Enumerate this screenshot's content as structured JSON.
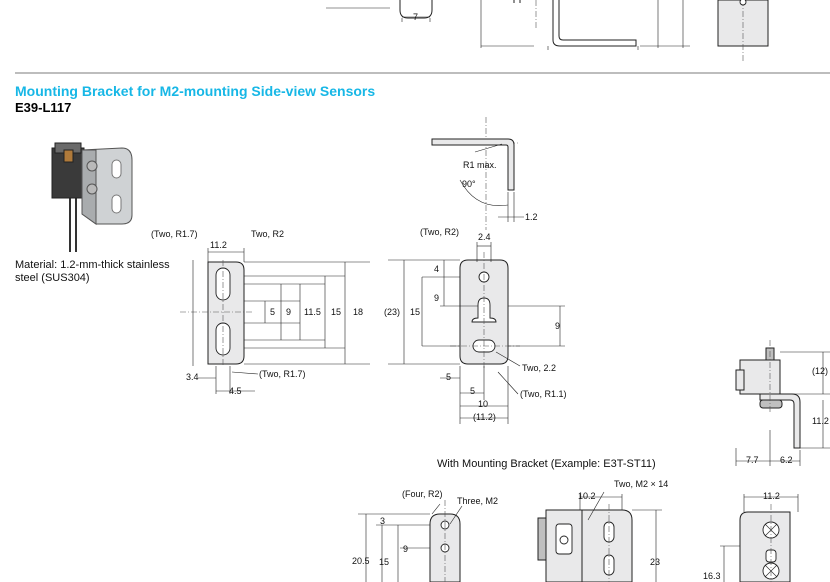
{
  "section": {
    "title": "Mounting Bracket for M2-mounting Side-view Sensors",
    "model": "E39-L117",
    "material": "Material: 1.2-mm-thick stainless steel (SUS304)",
    "caption": "With Mounting Bracket (Example: E3T-ST11)"
  },
  "top_fragment": {
    "dim": "7"
  },
  "side_profile": {
    "radius": "R1 max.",
    "angle": "90°",
    "thickness": "1.2"
  },
  "front_view": {
    "top_left": "(Two, R1.7)",
    "top_right": "Two, R2",
    "width": "11.2",
    "dims": [
      "5",
      "9",
      "11.5",
      "15",
      "18"
    ],
    "bottom_width_a": "3.4",
    "bottom_width_b": "4.5",
    "bottom_note": "(Two, R1.7)"
  },
  "rear_view": {
    "top_note": "(Two, R2)",
    "top_width": "2.4",
    "left_dims": [
      "(23)",
      "15"
    ],
    "inner_dims": [
      "4",
      "9"
    ],
    "right_dim": "9",
    "note_a": "Two, 2.2",
    "note_b": "(Two, R1.1)",
    "bottom_dims": [
      "5",
      "5",
      "10",
      "(11.2)"
    ]
  },
  "side_assembly": {
    "dims": [
      "(12)",
      "11.2",
      "7.7",
      "6.2"
    ]
  },
  "assembly_view": {
    "top_left": "(Four, R2)",
    "top_right": "Three, M2",
    "dims": [
      "3",
      "9",
      "15",
      "20.5"
    ],
    "top_width": "10.2",
    "thread": "Two, M2 × 14",
    "right_dim": "23",
    "side_width": "11.2",
    "side_dim": "16.3"
  }
}
